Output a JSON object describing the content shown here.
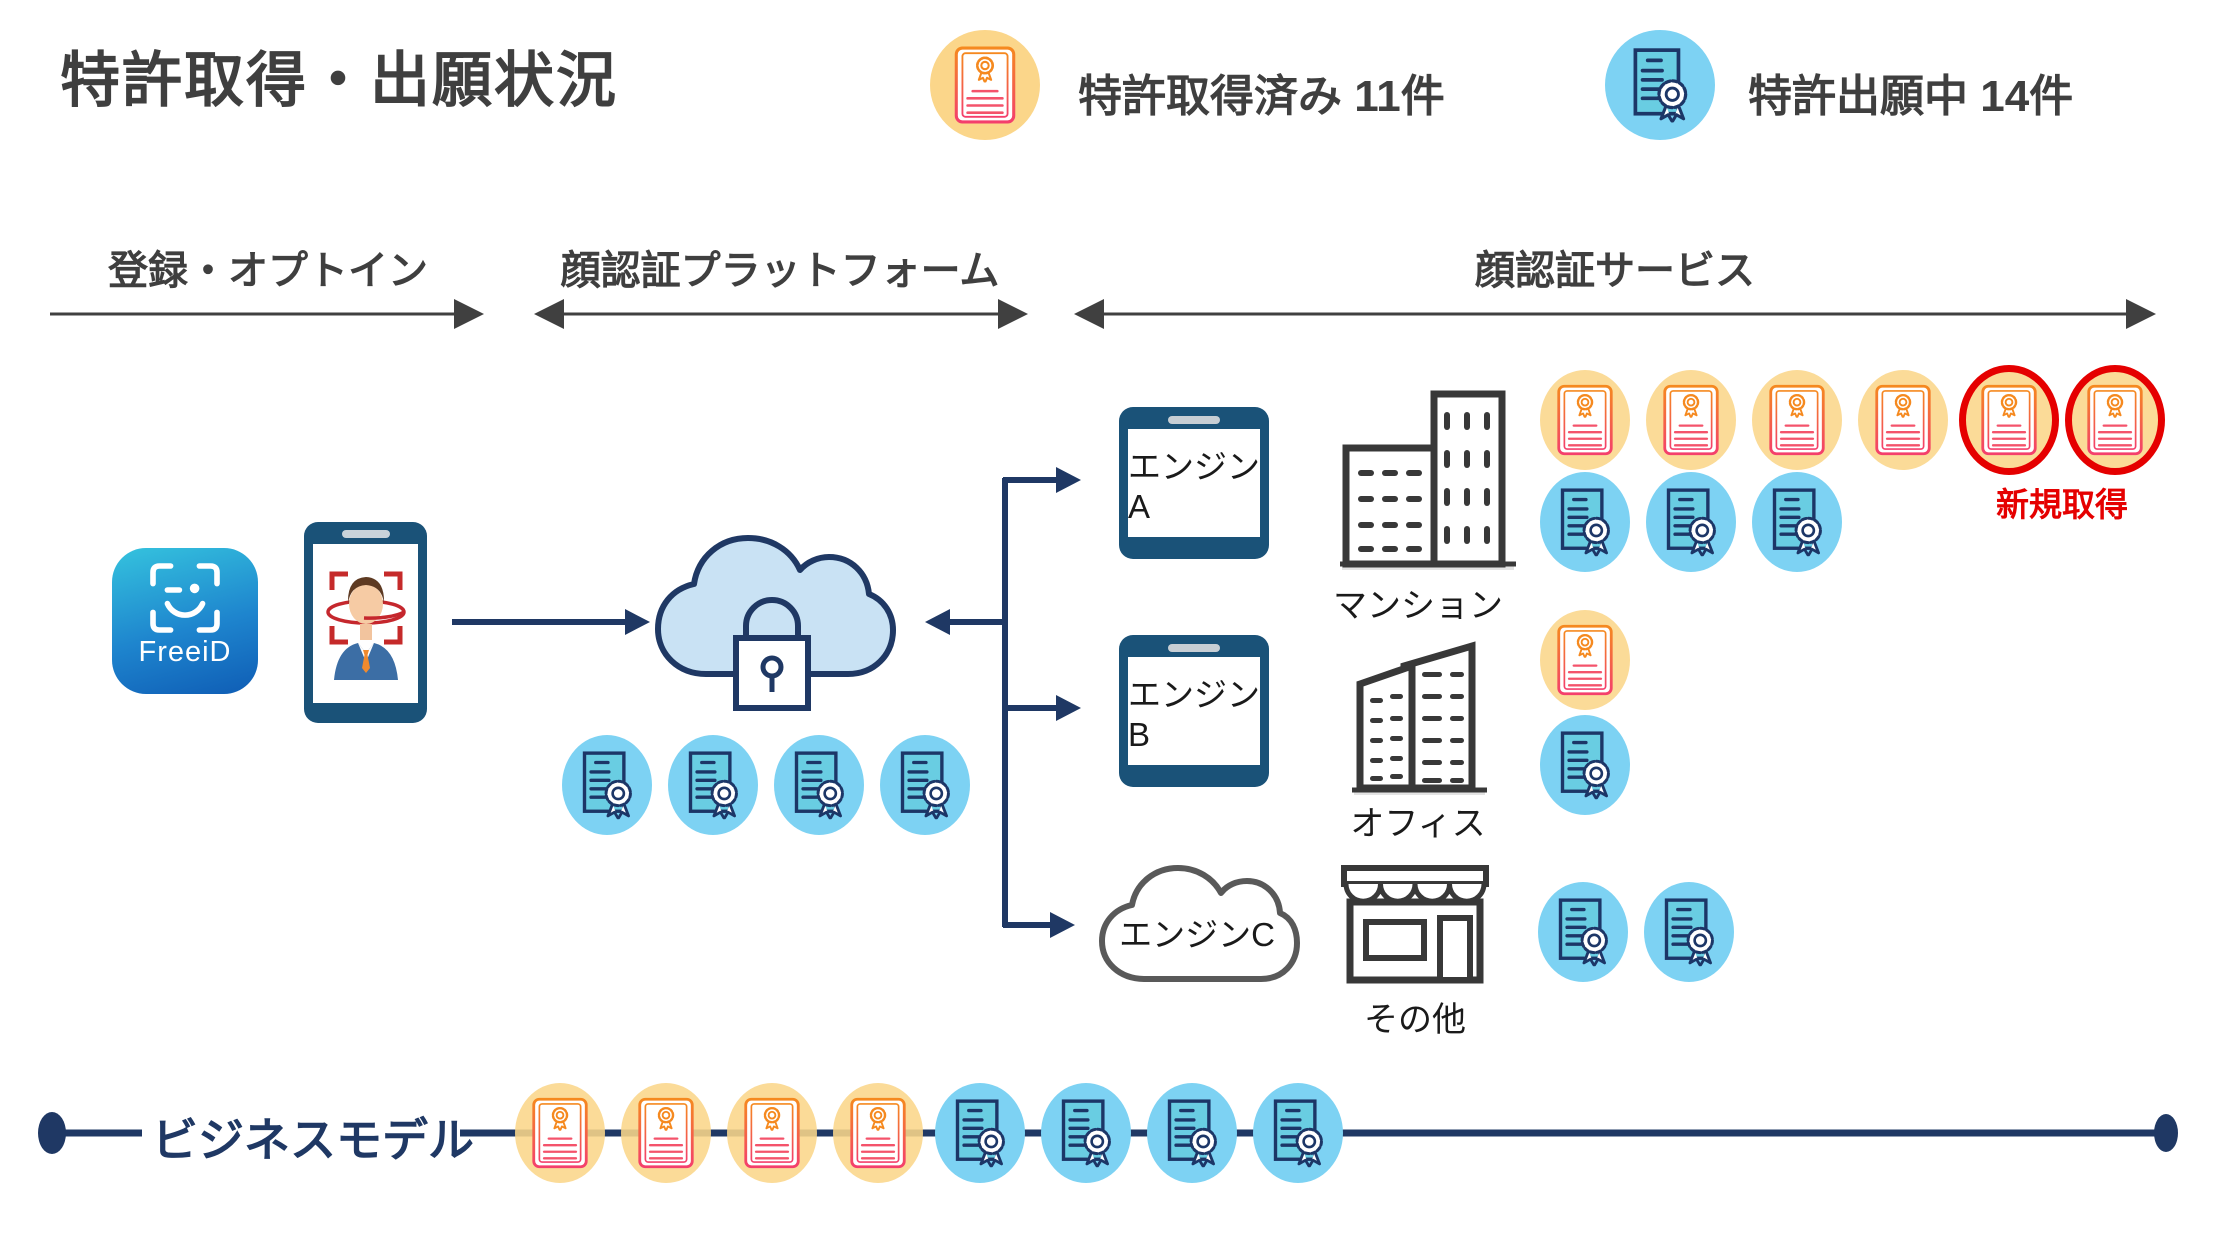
{
  "title": "特許取得・出願状況",
  "legend": {
    "acquired_label": "特許取得済み 11件",
    "pending_label": "特許出願中 14件"
  },
  "sections": {
    "registration": "登録・オプトイン",
    "platform": "顔認証プラットフォーム",
    "service": "顔認証サービス"
  },
  "app": {
    "name": "FreeiD"
  },
  "engines": [
    {
      "label": "エンジンA"
    },
    {
      "label": "エンジンB"
    },
    {
      "label": "エンジンC"
    }
  ],
  "platform_patents": {
    "pending": 4
  },
  "services": [
    {
      "label": "マンション",
      "acquired": 6,
      "pending": 3,
      "newly_acquired": 2
    },
    {
      "label": "オフィス",
      "acquired": 1,
      "pending": 1,
      "newly_acquired": 0
    },
    {
      "label": "その他",
      "acquired": 0,
      "pending": 2,
      "newly_acquired": 0
    }
  ],
  "annotations": {
    "new_acquired": "新規取得"
  },
  "business_model": {
    "label": "ビジネスモデル",
    "acquired": 4,
    "pending": 4
  },
  "colors": {
    "navy": "#1F3864",
    "gray_text": "#3F3F3F",
    "orange_badge": "#FBD68A",
    "blue_badge": "#7DD2F3",
    "teal_doc": "#69CDE2",
    "cloud_fill": "#C9E2F4",
    "red": "#E50000"
  }
}
